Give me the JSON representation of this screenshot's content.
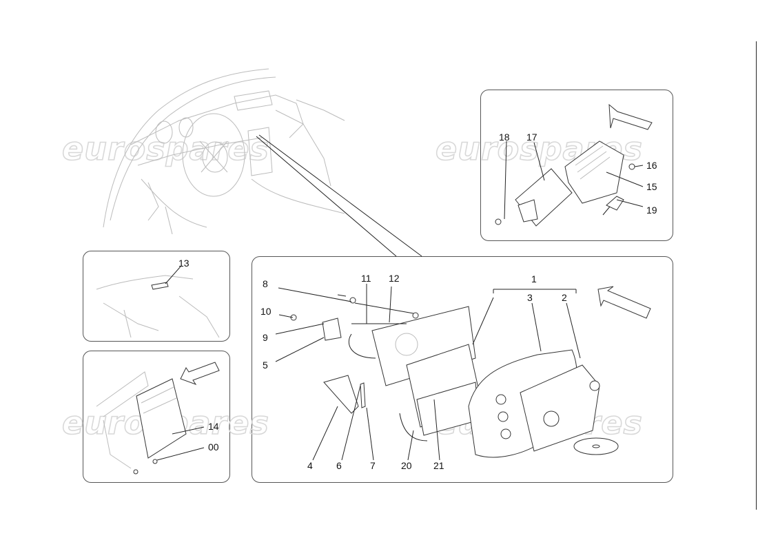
{
  "watermark": {
    "text": "eurospares",
    "color": "#d8d8d8"
  },
  "callouts": {
    "c1": "1",
    "c2": "2",
    "c3": "3",
    "c4": "4",
    "c5": "5",
    "c6": "6",
    "c7": "7",
    "c8": "8",
    "c9": "9",
    "c10": "10",
    "c11": "11",
    "c12": "12",
    "c13": "13",
    "c14": "14",
    "c15": "15",
    "c16": "16",
    "c17": "17",
    "c18": "18",
    "c19": "19",
    "c20": "20",
    "c21": "21",
    "c00": "00"
  },
  "icons": {
    "direction_arrow": "direction-arrow-icon",
    "disc": "cd-disc-icon"
  }
}
